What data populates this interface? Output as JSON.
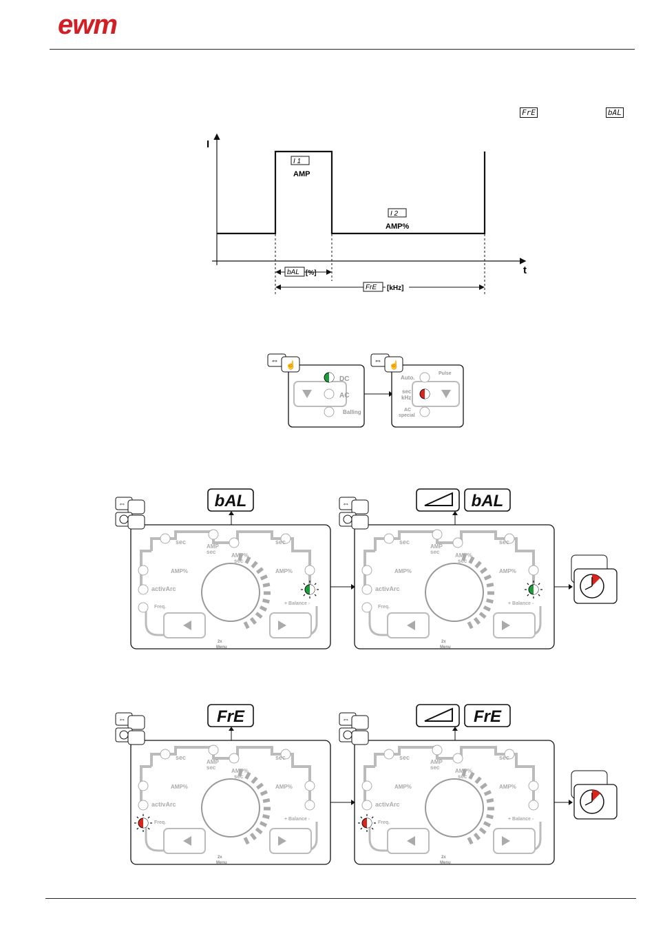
{
  "header": {
    "logo": "ewm"
  },
  "top_displays": {
    "freq_code": "FrE",
    "balance_code": "bAL"
  },
  "waveform": {
    "y_axis": "I",
    "x_axis": "t",
    "high_display": "I 1",
    "high_unit": "AMP",
    "low_display": "I 2",
    "low_unit": "AMP%",
    "balance_code": "bAL",
    "balance_unit": "[%]",
    "freq_code": "FrE",
    "freq_unit": "[kHz]"
  },
  "selector": {
    "dc_label": "DC",
    "ac_label": "AC",
    "balling_label": "Balling",
    "auto_label": "Auto.",
    "pulse_label": "Pulse",
    "sec_label": "sec",
    "khz_label": "kHz",
    "ac_special_1": "AC",
    "ac_special_2": "special"
  },
  "panels": {
    "sec": "sec",
    "amp": "AMP",
    "amp_pct": "AMP%",
    "activarc": "activArc",
    "freq": "Freq.",
    "balance": "+ Balance -",
    "menu_2x": "2x",
    "menu": "Menu",
    "row1_display": "bAL",
    "row2_display": "FrE"
  },
  "colors": {
    "green": "#1e9a3a",
    "red": "#d9261c",
    "panel_gray": "#b8b8b8",
    "brand": "#d11f26"
  }
}
